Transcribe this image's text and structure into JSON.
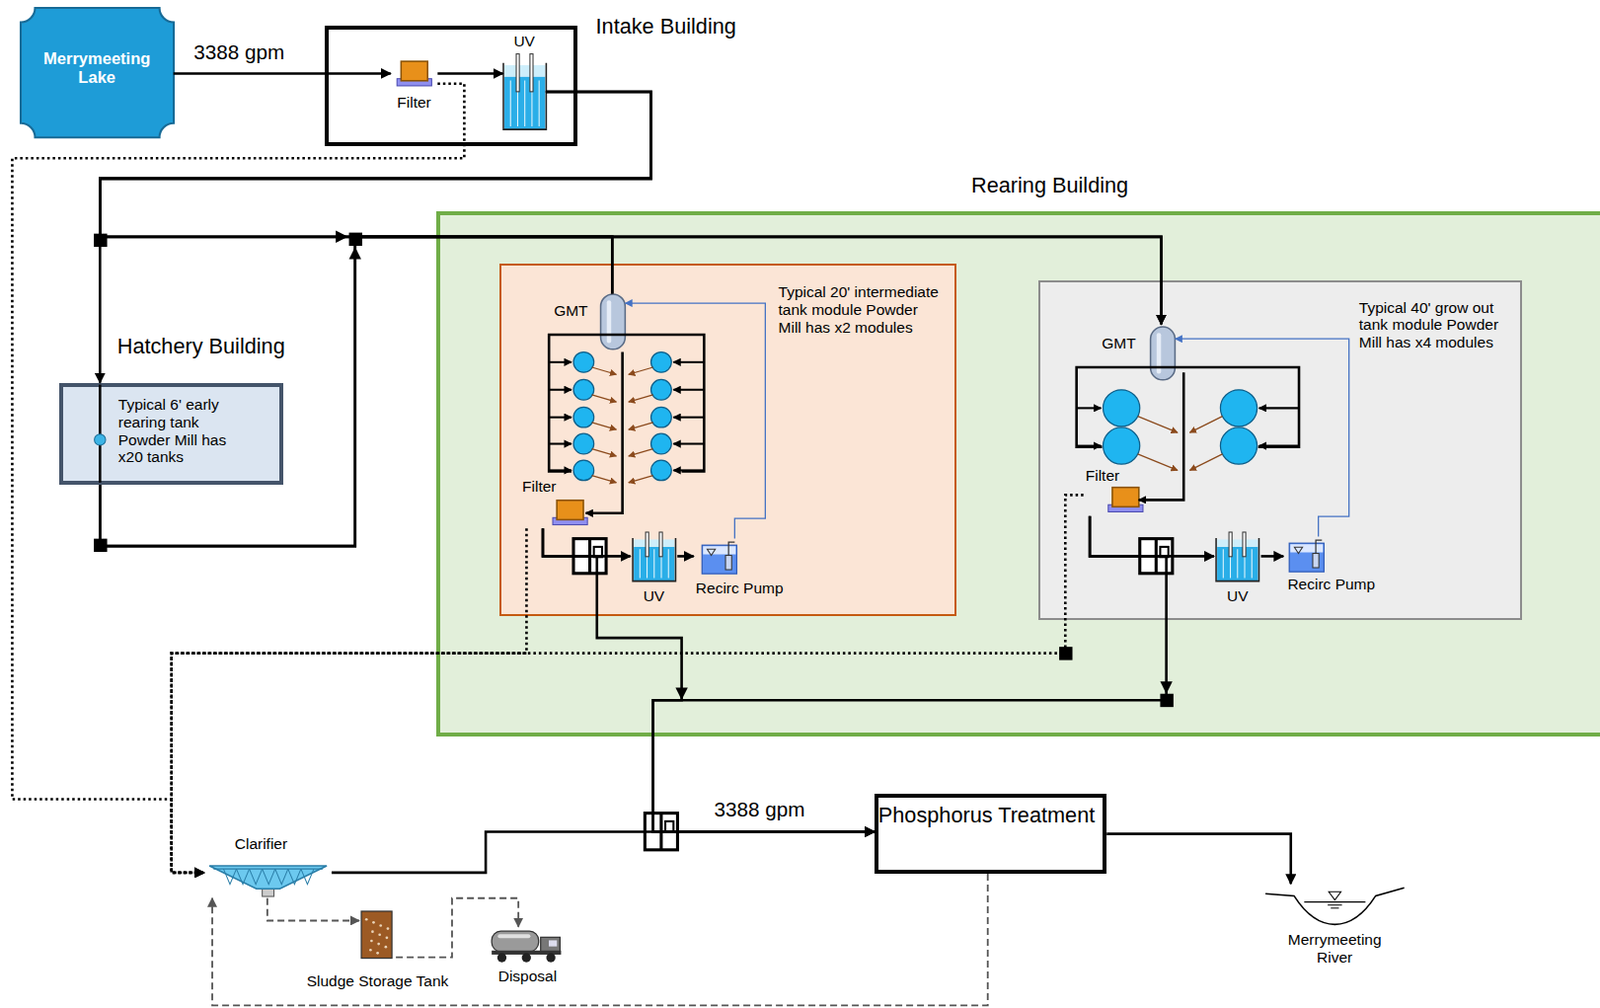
{
  "diagram": {
    "nodes": [
      {
        "text": [
          "Merrymeeting Lake"
        ]
      },
      {
        "text": [
          "Intake Building"
        ]
      },
      {
        "text": [
          "Filter"
        ],
        "in": 1
      },
      {
        "text": [
          "UV"
        ],
        "in": 1
      },
      {
        "text": [
          "Hatchery Building",
          "Typical 6' early rearing tank Powder Mill has x20 tanks"
        ]
      },
      {
        "text": [
          "Rearing Building"
        ]
      },
      {
        "text": [
          "Typical 20' intermediate tank module Powder Mill has x2 modules"
        ],
        "in": 5
      },
      {
        "text": [
          "GMT"
        ],
        "in": 6
      },
      {
        "text": [
          "Filter"
        ],
        "in": 6
      },
      {
        "text": [
          "UV"
        ],
        "in": 6
      },
      {
        "text": [
          "Recirc Pump"
        ],
        "in": 6
      },
      {
        "text": [
          "Typical 40' grow out tank module Powder Mill has x4 modules"
        ],
        "in": 5
      },
      {
        "text": [
          "GMT"
        ],
        "in": 11
      },
      {
        "text": [
          "Filter"
        ],
        "in": 11
      },
      {
        "text": [
          "UV"
        ],
        "in": 11
      },
      {
        "text": [
          "Recirc Pump"
        ],
        "in": 11
      },
      {
        "text": [
          "Clarifier"
        ]
      },
      {
        "text": [
          "Sludge Storage Tank"
        ]
      },
      {
        "text": [
          "Disposal"
        ]
      },
      {
        "text": [
          "Phosphorus Treatment"
        ]
      },
      {
        "text": [
          "Merrymeeting River"
        ]
      }
    ],
    "edges": [
      {
        "from": 0,
        "to": 2,
        "arrow": "to",
        "label": "3388 gpm"
      },
      {
        "from": 2,
        "to": 3,
        "arrow": "to"
      },
      {
        "from": 3,
        "to": 4,
        "arrow": "to"
      },
      {
        "from": 3,
        "to": 7,
        "arrow": "none"
      },
      {
        "from": 3,
        "to": 12,
        "arrow": "to"
      },
      {
        "from": 4,
        "to": 7,
        "arrow": "none"
      },
      {
        "from": 4,
        "to": 12,
        "arrow": "to"
      },
      {
        "from": 2,
        "to": 16,
        "arrow": "to"
      },
      {
        "from": 8,
        "to": 16,
        "arrow": "to"
      },
      {
        "from": 13,
        "to": 16,
        "arrow": "to"
      },
      {
        "from": 8,
        "to": 9,
        "arrow": "to"
      },
      {
        "from": 9,
        "to": 10,
        "arrow": "to"
      },
      {
        "from": 10,
        "to": 7,
        "arrow": "to"
      },
      {
        "from": 13,
        "to": 14,
        "arrow": "to"
      },
      {
        "from": 14,
        "to": 15,
        "arrow": "to"
      },
      {
        "from": 15,
        "to": 12,
        "arrow": "to"
      },
      {
        "from": 8,
        "to": 19,
        "arrow": "to",
        "label": "3388 gpm"
      },
      {
        "from": 13,
        "to": 19,
        "arrow": "to"
      },
      {
        "from": 16,
        "to": 19,
        "arrow": "to"
      },
      {
        "from": 19,
        "to": 20,
        "arrow": "to"
      },
      {
        "from": 16,
        "to": 17,
        "arrow": "to"
      },
      {
        "from": 17,
        "to": 18,
        "arrow": "to"
      },
      {
        "from": 19,
        "to": 16,
        "arrow": "to"
      }
    ]
  }
}
